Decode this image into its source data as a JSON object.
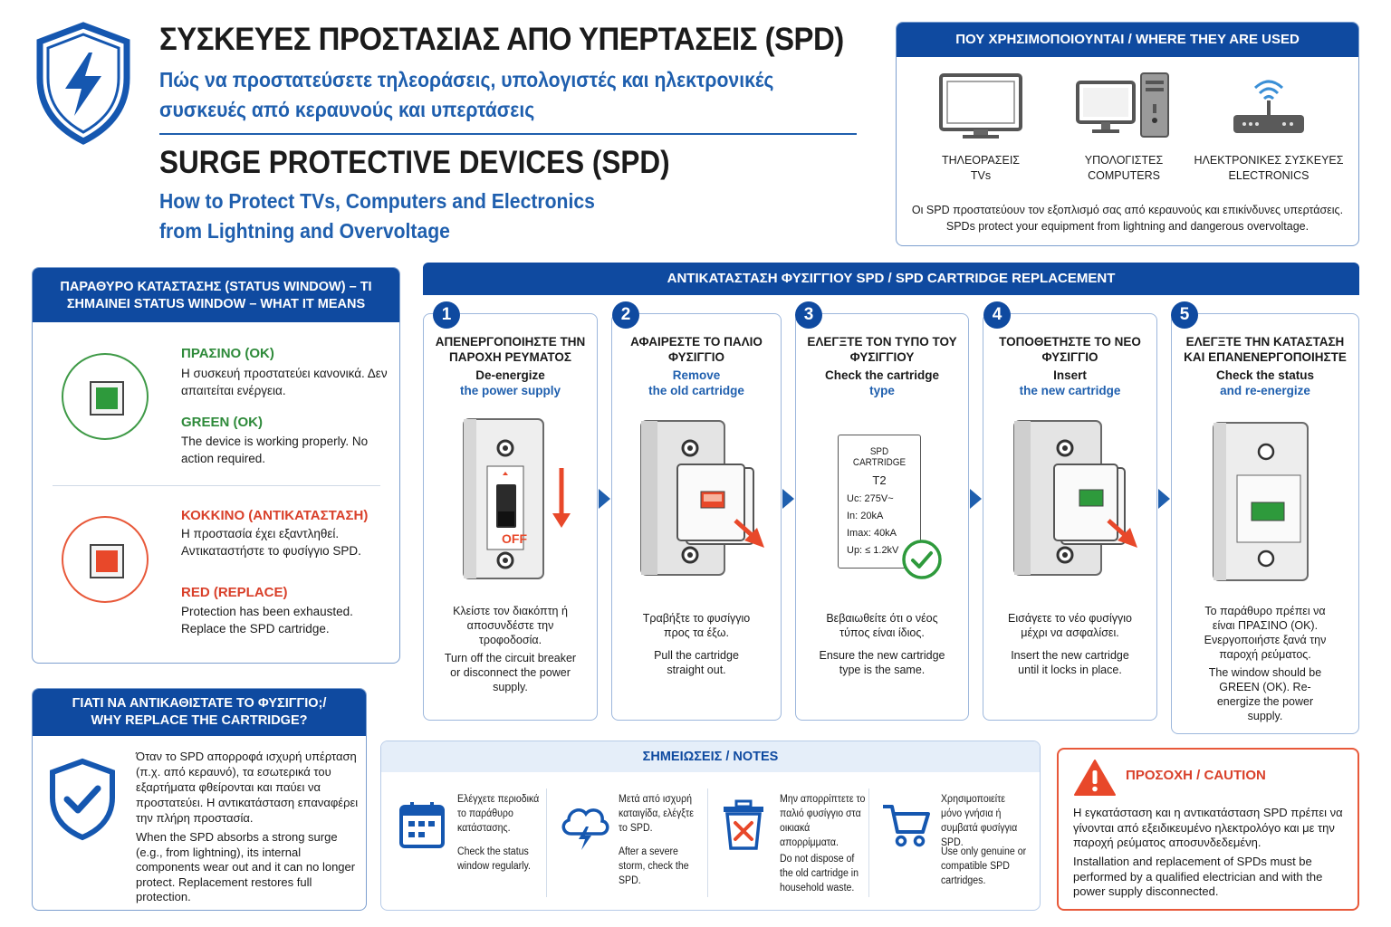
{
  "header": {
    "title_gr": "ΣΥΣΚΕΥΕΣ ΠΡΟΣΤΑΣΙΑΣ ΑΠΟ ΥΠΕΡΤΑΣΕΙΣ (SPD)",
    "subtitle_gr": "Πώς να προστατεύσετε τηλεοράσεις, υπολογιστές και ηλεκτρονικές συσκευές από κεραυνούς και υπερτάσεις",
    "title_en": "SURGE PROTECTIVE DEVICES (SPD)",
    "subtitle_en": "How to Protect TVs, Computers and Electronics from Lightning and Overvoltage",
    "logo_icon": "shield-lightning-icon"
  },
  "where_used": {
    "title": "ΠΟΥ ΧΡΗΣΙΜΟΠΟΙΟΥΝΤΑΙ / WHERE THEY ARE USED",
    "items": [
      {
        "icon": "tv-icon",
        "label_gr": "ΤΗΛΕΟΡΑΣΕΙΣ",
        "label_en": "TVs"
      },
      {
        "icon": "computer-icon",
        "label_gr": "ΥΠΟΛΟΓΙΣΤΕΣ",
        "label_en": "COMPUTERS"
      },
      {
        "icon": "router-icon",
        "label_gr": "ΗΛΕΚΤΡΟΝΙΚΕΣ ΣΥΣΚΕΥΕΣ",
        "label_en": "ELECTRONICS"
      }
    ],
    "note_gr": "Οι SPD προστατεύουν τον εξοπλισμό σας από κεραυνούς και επικίνδυνες υπερτάσεις.",
    "note_en": "SPDs protect your equipment from lightning and dangerous overvoltage."
  },
  "status_window": {
    "title": "ΠΑΡΑΘΥΡΟ ΚΑΤΑΣΤΑΣΗΣ (STATUS WINDOW) – ΤΙ ΣΗΜΑΙΝΕΙ STATUS WINDOW – WHAT IT MEANS",
    "green": {
      "head_gr": "ΠΡΑΣΙΝΟ (OK)",
      "text_gr": "Η συσκευή προστατεύει κανονικά. Δεν απαιτείται ενέργεια.",
      "head_en": "GREEN (OK)",
      "text_en": "The device is working properly. No action required.",
      "color": "#2e9a3c"
    },
    "red": {
      "head_gr": "ΚΟΚΚΙΝΟ (ΑΝΤΙΚΑΤΑΣΤΑΣΗ)",
      "text_gr": "Η προστασία έχει εξαντληθεί. Αντικαταστήστε το φυσίγγιο SPD.",
      "head_en": "RED (REPLACE)",
      "text_en": "Protection has been exhausted. Replace the SPD cartridge.",
      "color": "#e8482a"
    }
  },
  "why": {
    "title": "ΓΙΑΤΙ ΝΑ ΑΝΤΙΚΑΘΙΣΤΑΤΕ ΤΟ ΦΥΣΙΓΓΙΟ;/ WHY REPLACE THE CARTRIDGE?",
    "text_gr": "Όταν το SPD απορροφά ισχυρή υπέρταση (π.χ. από κεραυνό), τα εσωτερικά του εξαρτήματα φθείρονται και παύει να προστατεύει. Η αντικατάσταση επαναφέρει την πλήρη προστασία.",
    "text_en": "When the SPD absorbs a strong surge (e.g., from lightning), its internal components wear out and it can no longer protect. Replacement restores full protection.",
    "icon": "shield-check-icon"
  },
  "replacement": {
    "title": "ΑΝΤΙΚΑΤΑΣΤΑΣΗ ΦΥΣΙΓΓΙΟΥ SPD / SPD CARTRIDGE REPLACEMENT",
    "steps": [
      {
        "num": "1",
        "title_gr": "ΑΠΕΝΕΡΓΟΠΟΙΗΣΤΕ ΤΗΝ ΠΑΡΟΧΗ ΡΕΥΜΑΤΟΣ",
        "en1": "De-energize",
        "en2": "the power supply",
        "desc_gr": "Κλείστε τον διακόπτη ή αποσυνδέστε την τροφοδοσία.",
        "desc_en": "Turn off the circuit breaker or disconnect the power supply.",
        "off_label": "OFF"
      },
      {
        "num": "2",
        "title_gr": "ΑΦΑΙΡΕΣΤΕ ΤΟ ΠΑΛΙΟ ΦΥΣΙΓΓΙΟ",
        "en1": "Remove",
        "en2": "the old cartridge",
        "desc_gr": "Τραβήξτε το φυσίγγιο προς τα έξω.",
        "desc_en": "Pull the cartridge straight out."
      },
      {
        "num": "3",
        "title_gr": "ΕΛΕΓΞΤΕ ΤΟΝ ΤΥΠΟ ΤΟΥ ΦΥΣΙΓΓΙΟΥ",
        "en1": "Check the cartridge",
        "en2": "type",
        "desc_gr": "Βεβαιωθείτε ότι ο νέος τύπος είναι ίδιος.",
        "desc_en": "Ensure the new cartridge type is the same.",
        "label": {
          "name": "SPD CARTRIDGE",
          "type": "T2",
          "uc": "Uc: 275V~",
          "in": "In:  20kA",
          "imax": "Imax: 40kA",
          "up": "Up: ≤ 1.2kV"
        }
      },
      {
        "num": "4",
        "title_gr": "ΤΟΠΟΘΕΤΗΣΤΕ ΤΟ ΝΕΟ ΦΥΣΙΓΓΙΟ",
        "en1": "Insert",
        "en2": "the new cartridge",
        "desc_gr": "Εισάγετε το νέο φυσίγγιο μέχρι να ασφαλίσει.",
        "desc_en": "Insert the new cartridge until it locks in place."
      },
      {
        "num": "5",
        "title_gr": "ΕΛΕΓΞΤΕ ΤΗΝ ΚΑΤΑΣΤΑΣΗ ΚΑΙ ΕΠΑΝΕΝΕΡΓΟΠΟΙΗΣΤΕ",
        "en1": "Check the status",
        "en2": "and re-energize",
        "desc_gr": "Το παράθυρο πρέπει να είναι ΠΡΑΣΙΝΟ (ΟΚ). Ενεργοποιήστε ξανά την παροχή ρεύματος.",
        "desc_en": "The window should be GREEN (OK). Re-energize the power supply."
      }
    ]
  },
  "notes": {
    "title": "ΣΗΜΕΙΩΣΕΙΣ / NOTES",
    "items": [
      {
        "icon": "calendar-icon",
        "gr": "Ελέγχετε περιοδικά το παράθυρο κατάστασης.",
        "en": "Check the status window regularly."
      },
      {
        "icon": "storm-cloud-icon",
        "gr": "Μετά από ισχυρή καταιγίδα, ελέγξτε το SPD.",
        "en": "After a severe storm, check the SPD."
      },
      {
        "icon": "trash-bin-icon",
        "gr": "Μην απορρίπτετε το παλιό φυσίγγιο στα οικιακά απορρίμματα.",
        "en": "Do not dispose of the old cartridge in household waste."
      },
      {
        "icon": "shopping-cart-icon",
        "gr": "Χρησιμοποιείτε μόνο γνήσια ή συμβατά φυσίγγια SPD.",
        "en": "Use only genuine or compatible SPD cartridges."
      }
    ]
  },
  "caution": {
    "title": "ΠΡΟΣΟΧΗ / CAUTION",
    "text_gr": "Η εγκατάσταση και η αντικατάσταση SPD πρέπει να γίνονται από εξειδικευμένο ηλεκτρολόγο και με την παροχή ρεύματος αποσυνδεδεμένη.",
    "text_en": "Installation and replacement of SPDs must be performed by a qualified electrician and with the power supply disconnected.",
    "icon": "warning-icon"
  },
  "colors": {
    "brand_blue": "#0f4aa0",
    "accent_blue": "#1f5fae",
    "ok_green": "#2e9a3c",
    "replace_red": "#e8482a"
  }
}
